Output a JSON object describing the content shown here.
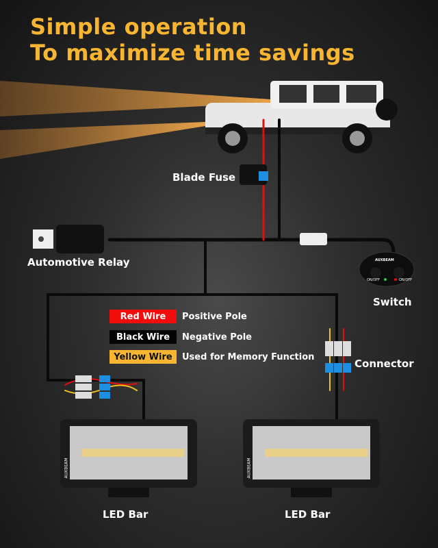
{
  "headline": {
    "line1": "Simple operation",
    "line2": "To maximize time savings"
  },
  "labels": {
    "blade_fuse": "Blade Fuse",
    "relay": "Automotive Relay",
    "switch": "Switch",
    "connector": "Connector",
    "led_bar_left": "LED Bar",
    "led_bar_right": "LED Bar"
  },
  "switch_panel": {
    "brand": "AUXBEAM",
    "left_button": "ON/OFF",
    "right_button": "ON/OFF"
  },
  "led_brand": "AUXBEAM",
  "legend": [
    {
      "chip": "Red Wire",
      "desc": "Positive Pole",
      "color": "#f20d0d",
      "text_color": "#ffffff"
    },
    {
      "chip": "Black Wire",
      "desc": "Negative Pole",
      "color": "#050505",
      "text_color": "#ffffff"
    },
    {
      "chip": "Yellow Wire",
      "desc": "Used for Memory Function",
      "color": "#f7b531",
      "text_color": "#111111"
    }
  ],
  "colors": {
    "accent": "#f7b531",
    "red_wire": "#e01010",
    "yellow_wire": "#f2c21b",
    "connector_blue": "#1e8fe0"
  }
}
